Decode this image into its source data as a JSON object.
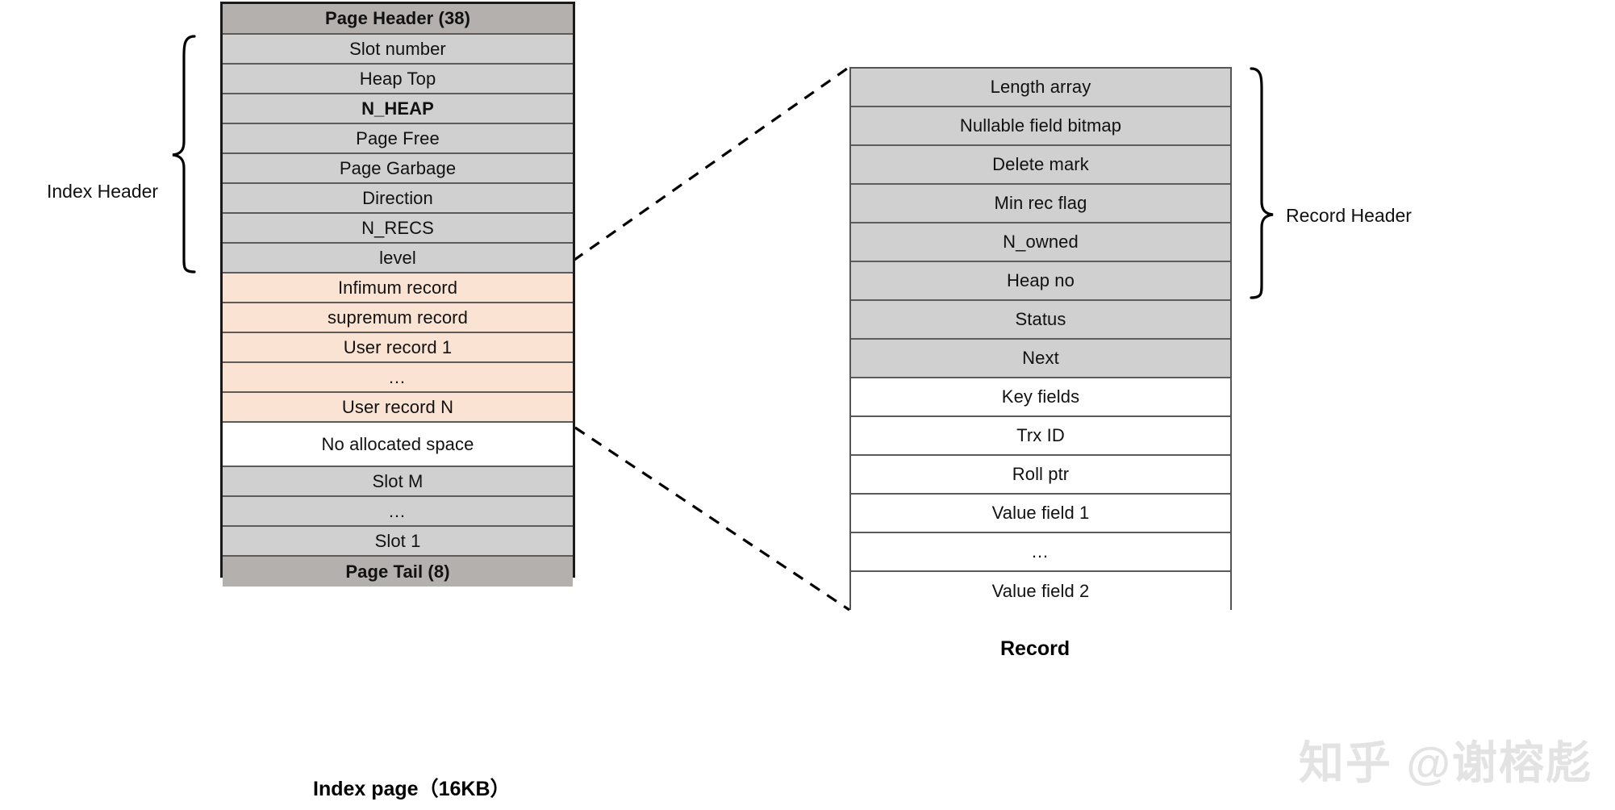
{
  "diagram": {
    "title_left": "Index page（16KB）",
    "title_right": "Record",
    "labels": {
      "index_header": "Index Header",
      "record_header": "Record Header"
    },
    "colors": {
      "header_fill": "#b3b0ad",
      "gray_fill": "#d0d0d0",
      "peach_fill": "#fae3d3",
      "white_fill": "#ffffff",
      "outer_border": "#1a1a1a",
      "row_border": "#5d5a57",
      "watermark": "#e3e3e3"
    }
  },
  "index_page": {
    "rows": [
      {
        "label": "Page Header (38)",
        "fill": "hdr",
        "bold": true,
        "group": "page-header"
      },
      {
        "label": "Slot number",
        "fill": "gray",
        "bold": false,
        "group": "index-header"
      },
      {
        "label": "Heap Top",
        "fill": "gray",
        "bold": false,
        "group": "index-header"
      },
      {
        "label": "N_HEAP",
        "fill": "gray",
        "bold": true,
        "group": "index-header"
      },
      {
        "label": "Page Free",
        "fill": "gray",
        "bold": false,
        "group": "index-header"
      },
      {
        "label": "Page Garbage",
        "fill": "gray",
        "bold": false,
        "group": "index-header"
      },
      {
        "label": "Direction",
        "fill": "gray",
        "bold": false,
        "group": "index-header"
      },
      {
        "label": "N_RECS",
        "fill": "gray",
        "bold": false,
        "group": "index-header"
      },
      {
        "label": "level",
        "fill": "gray",
        "bold": false,
        "group": "index-header"
      },
      {
        "label": "Infimum record",
        "fill": "peach",
        "bold": false,
        "group": "records"
      },
      {
        "label": "supremum record",
        "fill": "peach",
        "bold": false,
        "group": "records"
      },
      {
        "label": "User record 1",
        "fill": "peach",
        "bold": false,
        "group": "records"
      },
      {
        "label": "…",
        "fill": "peach",
        "bold": false,
        "group": "records"
      },
      {
        "label": "User record N",
        "fill": "peach",
        "bold": false,
        "group": "records"
      },
      {
        "label": "No allocated space",
        "fill": "white",
        "bold": false,
        "group": "free-space"
      },
      {
        "label": "Slot M",
        "fill": "gray",
        "bold": false,
        "group": "slots"
      },
      {
        "label": "…",
        "fill": "gray",
        "bold": false,
        "group": "slots"
      },
      {
        "label": "Slot 1",
        "fill": "gray",
        "bold": false,
        "group": "slots"
      },
      {
        "label": "Page Tail (8)",
        "fill": "hdr",
        "bold": true,
        "group": "page-tail"
      }
    ]
  },
  "record": {
    "rows": [
      {
        "label": "Length array",
        "fill": "gray",
        "group": "record-header"
      },
      {
        "label": "Nullable field bitmap",
        "fill": "gray",
        "group": "record-header"
      },
      {
        "label": "Delete mark",
        "fill": "gray",
        "group": "record-header"
      },
      {
        "label": "Min rec flag",
        "fill": "gray",
        "group": "record-header"
      },
      {
        "label": "N_owned",
        "fill": "gray",
        "group": "record-header"
      },
      {
        "label": "Heap no",
        "fill": "gray",
        "group": "record-header"
      },
      {
        "label": "Status",
        "fill": "gray",
        "group": "record-header"
      },
      {
        "label": "Next",
        "fill": "gray",
        "group": "record-header"
      },
      {
        "label": "Key fields",
        "fill": "white",
        "group": "record-body"
      },
      {
        "label": "Trx ID",
        "fill": "white",
        "group": "record-body"
      },
      {
        "label": "Roll ptr",
        "fill": "white",
        "group": "record-body"
      },
      {
        "label": "Value field 1",
        "fill": "white",
        "group": "record-body"
      },
      {
        "label": "…",
        "fill": "white",
        "group": "record-body"
      },
      {
        "label": "Value field 2",
        "fill": "white",
        "group": "record-body"
      }
    ]
  },
  "watermark": {
    "text": "知乎 @谢榕彪"
  }
}
